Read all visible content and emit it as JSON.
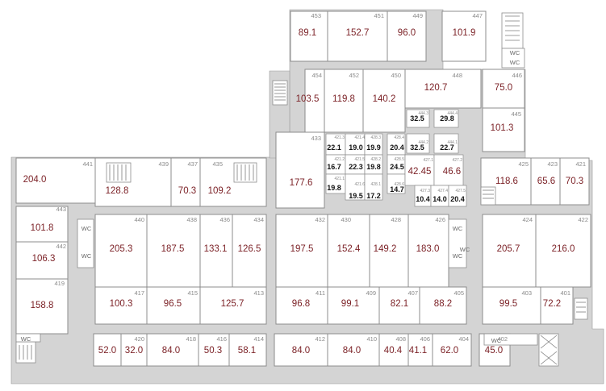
{
  "rooms": [
    {
      "num": "453",
      "area": "89.1"
    },
    {
      "num": "451",
      "area": "152.7"
    },
    {
      "num": "449",
      "area": "96.0"
    },
    {
      "num": "447",
      "area": "101.9"
    },
    {
      "num": "454",
      "area": "103.5"
    },
    {
      "num": "452",
      "area": "119.8"
    },
    {
      "num": "450",
      "area": "140.2"
    },
    {
      "num": "448",
      "area": "120.7"
    },
    {
      "num": "446",
      "area": "75.0"
    },
    {
      "num": "445",
      "area": "101.3"
    },
    {
      "num": "433",
      "area": "177.6"
    },
    {
      "num": "441",
      "area": "204.0"
    },
    {
      "num": "439",
      "area": "128.8"
    },
    {
      "num": "437",
      "area": "70.3"
    },
    {
      "num": "435",
      "area": "109.2"
    },
    {
      "num": "425",
      "area": "118.6"
    },
    {
      "num": "423",
      "area": "65.6"
    },
    {
      "num": "421",
      "area": "70.3"
    },
    {
      "num": "443",
      "area": "101.8"
    },
    {
      "num": "442",
      "area": "106.3"
    },
    {
      "num": "419",
      "area": "158.8"
    },
    {
      "num": "440",
      "area": "205.3"
    },
    {
      "num": "438",
      "area": "187.5"
    },
    {
      "num": "436",
      "area": "133.1"
    },
    {
      "num": "434",
      "area": "126.5"
    },
    {
      "num": "432",
      "area": "197.5"
    },
    {
      "num": "430",
      "area": "152.4"
    },
    {
      "num": "428",
      "area": "149.2"
    },
    {
      "num": "426",
      "area": "183.0"
    },
    {
      "num": "424",
      "area": "205.7"
    },
    {
      "num": "422",
      "area": "216.0"
    },
    {
      "num": "417",
      "area": "100.3"
    },
    {
      "num": "415",
      "area": "96.5"
    },
    {
      "num": "413",
      "area": "125.7"
    },
    {
      "num": "411",
      "area": "96.8"
    },
    {
      "num": "409",
      "area": "99.1"
    },
    {
      "num": "407",
      "area": "82.1"
    },
    {
      "num": "405",
      "area": "88.2"
    },
    {
      "num": "403",
      "area": "99.5"
    },
    {
      "num": "401",
      "area": "72.2"
    },
    {
      "num": "",
      "area": "52.0"
    },
    {
      "num": "420",
      "area": "32.0"
    },
    {
      "num": "418",
      "area": "84.0"
    },
    {
      "num": "416",
      "area": "50.3"
    },
    {
      "num": "414",
      "area": "58.1"
    },
    {
      "num": "412",
      "area": "84.0"
    },
    {
      "num": "410",
      "area": "84.0"
    },
    {
      "num": "408",
      "area": "40.4"
    },
    {
      "num": "406",
      "area": "41.1"
    },
    {
      "num": "404",
      "area": "62.0"
    },
    {
      "num": "402",
      "area": "45.0"
    }
  ],
  "small_rooms": [
    {
      "num": "421.3",
      "area": "22.1"
    },
    {
      "num": "421.4",
      "area": "19.0"
    },
    {
      "num": "428.3",
      "area": "19.9"
    },
    {
      "num": "428.4",
      "area": "20.4"
    },
    {
      "num": "421.2",
      "area": "16.7"
    },
    {
      "num": "421.5",
      "area": "22.3"
    },
    {
      "num": "428.2",
      "area": "19.8"
    },
    {
      "num": "428.5",
      "area": "24.5"
    },
    {
      "num": "421.1",
      "area": "19.8"
    },
    {
      "num": "421.6",
      "area": "19.5"
    },
    {
      "num": "428.1",
      "area": "17.2"
    },
    {
      "num": "428.6",
      "area": "14.7"
    },
    {
      "num": "444.3",
      "area": "32.5"
    },
    {
      "num": "444.4",
      "area": "29.8"
    },
    {
      "num": "444.2",
      "area": "32.5"
    },
    {
      "num": "444.1",
      "area": "22.7"
    },
    {
      "num": "427.1",
      "area": "42.45"
    },
    {
      "num": "427.2",
      "area": "46.6"
    },
    {
      "num": "427.3",
      "area": "10.4"
    },
    {
      "num": "427.4",
      "area": "14.0"
    },
    {
      "num": "427.5",
      "area": "20.4"
    }
  ],
  "wc_labels": [
    "WC",
    "WC",
    "WC",
    "WC",
    "WC",
    "WC",
    "WC",
    "WC",
    "WC"
  ]
}
